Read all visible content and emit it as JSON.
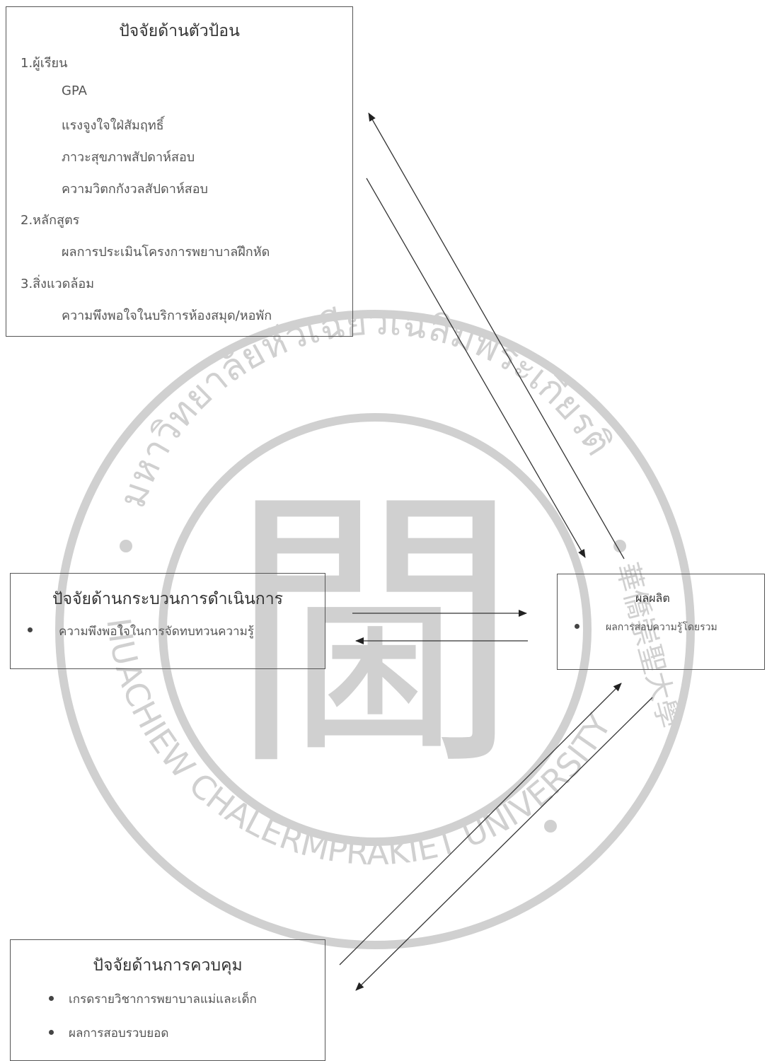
{
  "input_box": {
    "title": "ปัจจัยด้านตัวป้อน",
    "sections": [
      {
        "heading": "1.ผู้เรียน",
        "items": [
          "GPA",
          "แรงจูงใจใฝ่สัมฤทธิ์",
          "ภาวะสุขภาพสัปดาห์สอบ",
          "ความวิตกกังวลสัปดาห์สอบ"
        ]
      },
      {
        "heading": "2.หลักสูตร",
        "items": [
          "ผลการประเมินโครงการพยาบาลฝึกหัด"
        ]
      },
      {
        "heading": "3.สิ่งแวดล้อม",
        "items": [
          "ความพึงพอใจในบริการห้องสมุด/หอพัก"
        ]
      }
    ]
  },
  "process_box": {
    "title": "ปัจจัยด้านกระบวนการดำเนินการ",
    "items": [
      "ความพึงพอใจในการจัดทบทวนความรู้"
    ]
  },
  "output_box": {
    "title": "ผลผลิต",
    "items": [
      "ผลการสอบความรู้โดยรวม"
    ]
  },
  "control_box": {
    "title": "ปัจจัยด้านการควบคุม",
    "items": [
      "เกรดรายวิชาการพยาบาลแม่และเด็ก",
      "ผลการสอบรวบยอด"
    ]
  },
  "watermark": {
    "thai_arc": "มหาวิทยาลัยหัวเฉียวเฉลิมพระเกียรติ",
    "english_arc": "HUACHIEW CHALERMPRAKIET UNIVERSITY",
    "chinese": "華僑崇聖大學",
    "seal_glyph": "閫",
    "color": "#d0d0d0"
  }
}
